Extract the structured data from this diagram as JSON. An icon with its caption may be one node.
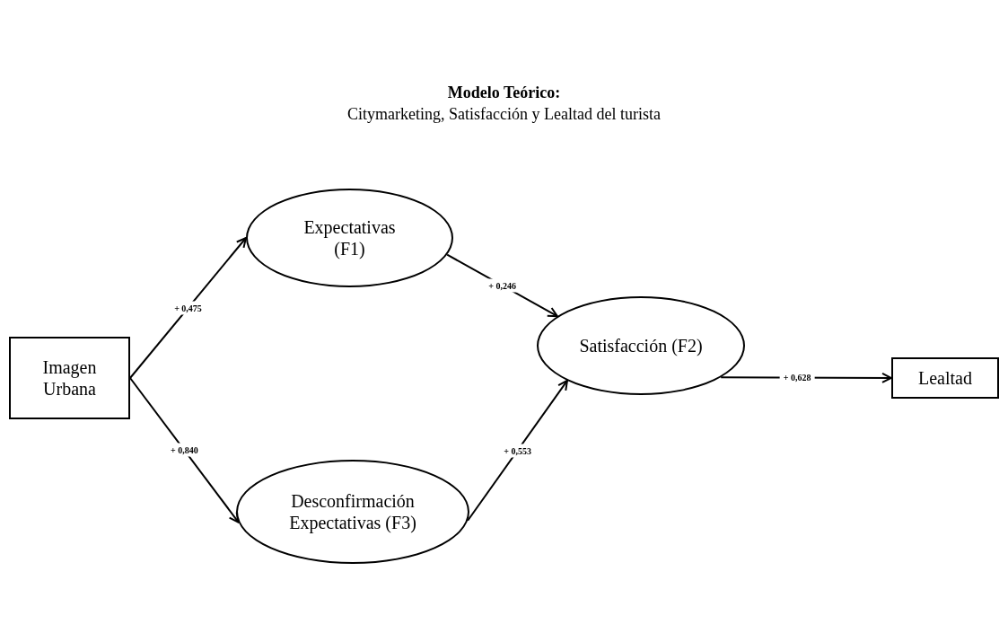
{
  "diagram": {
    "title": "Modelo Teórico:",
    "caption": "Citymarketing, Satisfacción y Lealtad del turista",
    "nodes": [
      {
        "text": [
          "Imagen Urbana"
        ]
      },
      {
        "text": [
          "Expectativas (F1)"
        ]
      },
      {
        "text": [
          "Satisfacción (F2)"
        ]
      },
      {
        "text": [
          "Desconfirmación Expectativas (F3)"
        ]
      },
      {
        "text": [
          "Lealtad"
        ]
      }
    ],
    "edges": [
      {
        "from": 0,
        "to": 1,
        "arrow": "to",
        "label": "+ 0,475"
      },
      {
        "from": 1,
        "to": 2,
        "arrow": "to",
        "label": "+ 0,246"
      },
      {
        "from": 0,
        "to": 3,
        "arrow": "to",
        "label": "+ 0,840"
      },
      {
        "from": 3,
        "to": 2,
        "arrow": "to",
        "label": "+ 0,553"
      },
      {
        "from": 2,
        "to": 4,
        "arrow": "to",
        "label": "+ 0,628"
      }
    ]
  }
}
